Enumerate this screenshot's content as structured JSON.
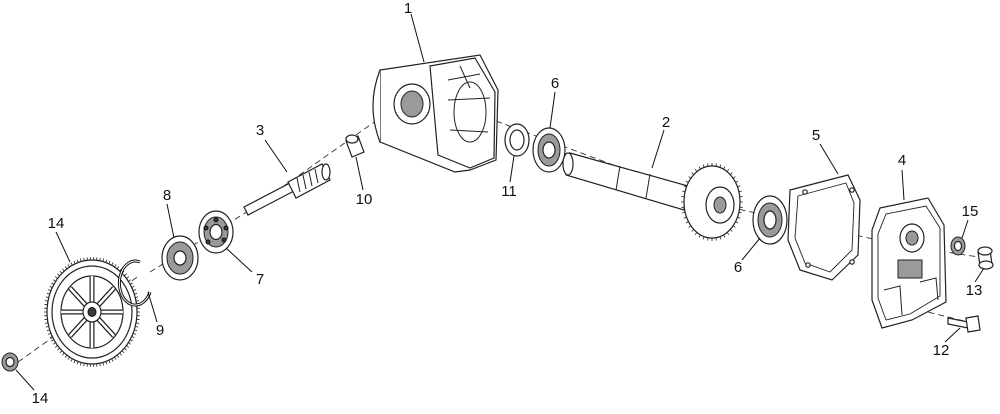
{
  "diagram": {
    "callouts": [
      {
        "id": "c1",
        "label": "1"
      },
      {
        "id": "c2",
        "label": "2"
      },
      {
        "id": "c3",
        "label": "3"
      },
      {
        "id": "c4",
        "label": "4"
      },
      {
        "id": "c5",
        "label": "5"
      },
      {
        "id": "c6a",
        "label": "6"
      },
      {
        "id": "c6b",
        "label": "6"
      },
      {
        "id": "c7",
        "label": "7"
      },
      {
        "id": "c8",
        "label": "8"
      },
      {
        "id": "c9",
        "label": "9"
      },
      {
        "id": "c10",
        "label": "10"
      },
      {
        "id": "c11",
        "label": "11"
      },
      {
        "id": "c12",
        "label": "12"
      },
      {
        "id": "c13",
        "label": "13"
      },
      {
        "id": "c14a",
        "label": "14"
      },
      {
        "id": "c14b",
        "label": "14"
      },
      {
        "id": "c15",
        "label": "15"
      }
    ]
  }
}
